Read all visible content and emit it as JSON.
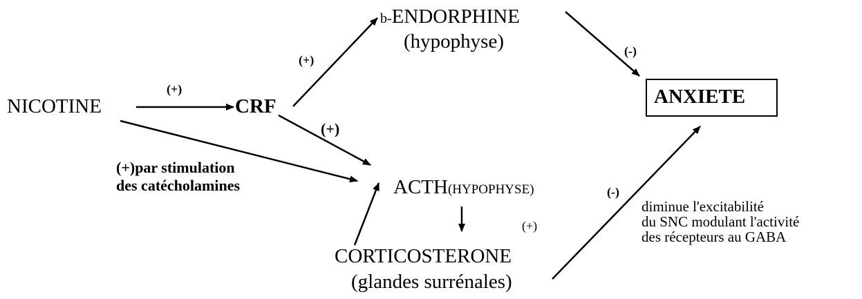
{
  "nodes": {
    "nicotine": "NICOTINE",
    "crf": "CRF",
    "b_endorphine_prefix": "b-",
    "b_endorphine": "ENDORPHINE",
    "b_endorphine_source": "(hypophyse)",
    "anxiete": "ANXIETE",
    "acth": "ACTH",
    "acth_source": "(HYPOPHYSE)",
    "corticosterone": "CORTICOSTERONE",
    "corticosterone_source": "(glandes surrénales)"
  },
  "signs": {
    "nicotine_to_crf": "(+)",
    "crf_to_endorphine": "(+)",
    "crf_to_acth": "(+)",
    "endorphine_to_anxiete": "(-)",
    "acth_to_corticosterone": "(+)",
    "corticosterone_to_anxiete": "(-)"
  },
  "annotations": {
    "catecholamines_line1": "(+)par stimulation",
    "catecholamines_line2": "des catécholamines",
    "gaba_line1": "diminue l'excitabilité",
    "gaba_line2": "du SNC modulant l'activité",
    "gaba_line3": "des récepteurs au GABA"
  },
  "colors": {
    "ink": "#000000",
    "background": "#ffffff"
  }
}
